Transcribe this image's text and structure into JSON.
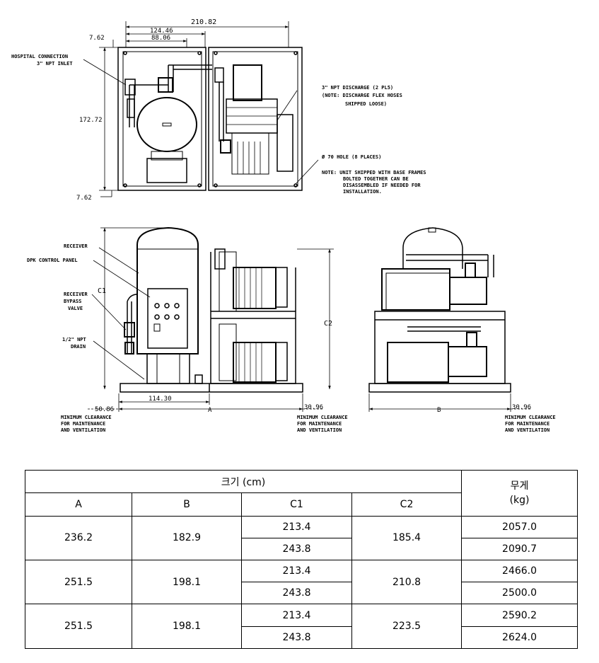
{
  "top_view": {
    "dims": {
      "overall": "210.82",
      "d124": "124.46",
      "d88": "88.06",
      "d762_top": "7.62",
      "d172": "172.72",
      "d762_bot": "7.62"
    },
    "labels": {
      "hospital_connection": [
        "HOSPITAL CONNECTION",
        "3\" NPT INLET"
      ],
      "discharge": [
        "3\" NPT DISCHARGE (2 PL5)",
        "(NOTE: DISCHARGE FLEX HOSES",
        "SHIPPED LOOSE)"
      ],
      "hole": "Ø 70 HOLE (8 PLACES)",
      "note": [
        "NOTE: UNIT SHIPPED WITH BASE FRAMES",
        "BOLTED TOGETHER CAN BE",
        "DISASSEMBLED IF NEEDED FOR",
        "INSTALLATION."
      ]
    }
  },
  "front_view": {
    "labels": {
      "receiver": "RECEIVER",
      "control_panel": "DPK CONTROL PANEL",
      "bypass": [
        "RECEIVER",
        "BYPASS",
        "VALVE"
      ],
      "drain": [
        "1/2\" NPT",
        "DRAIN"
      ]
    },
    "dims": {
      "c1": "C1",
      "c2": "C2",
      "d114": "114.30",
      "a": "A",
      "d5086": "50.86",
      "d3096": "30.96"
    },
    "clearance_left": [
      "MINIMUM CLEARANCE",
      "FOR MAINTENANCE",
      "AND VENTILATION"
    ],
    "clearance_mid": [
      "MINIMUM CLEARANCE",
      "FOR MAINTENANCE",
      "AND VENTILATION"
    ]
  },
  "side_view": {
    "dims": {
      "b": "B",
      "d3096": "30.96"
    },
    "clearance": [
      "MINIMUM CLEARANCE",
      "FOR MAINTENANCE",
      "AND VENTILATION"
    ]
  },
  "table": {
    "size_header": "크기 (cm)",
    "weight_header": "무게\n(kg)",
    "columns": [
      "A",
      "B",
      "C1",
      "C2"
    ],
    "groups": [
      {
        "a": "236.2",
        "b": "182.9",
        "c1": [
          "213.4",
          "243.8"
        ],
        "c2": "185.4",
        "weights": [
          "2057.0",
          "2090.7"
        ]
      },
      {
        "a": "251.5",
        "b": "198.1",
        "c1": [
          "213.4",
          "243.8"
        ],
        "c2": "210.8",
        "weights": [
          "2466.0",
          "2500.0"
        ]
      },
      {
        "a": "251.5",
        "b": "198.1",
        "c1": [
          "213.4",
          "243.8"
        ],
        "c2": "223.5",
        "weights": [
          "2590.2",
          "2624.0"
        ]
      }
    ]
  }
}
